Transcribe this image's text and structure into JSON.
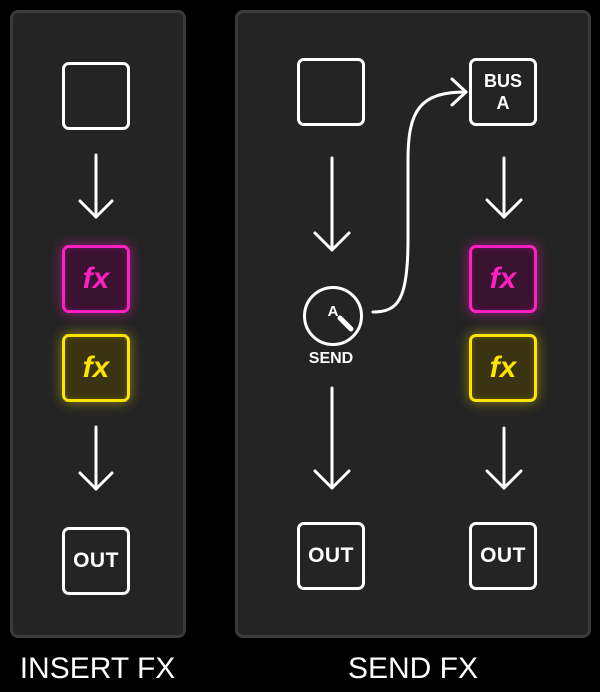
{
  "insert_fx": {
    "caption": "INSERT FX",
    "fx_pink_label": "fx",
    "fx_yellow_label": "fx",
    "out_label": "OUT"
  },
  "send_fx": {
    "caption": "SEND FX",
    "send_knob_letter": "A",
    "send_label": "SEND",
    "out_label_left": "OUT",
    "bus_label_line1": "BUS",
    "bus_label_line2": "A",
    "fx_pink_label": "fx",
    "fx_yellow_label": "fx",
    "out_label_right": "OUT"
  },
  "colors": {
    "background": "#000000",
    "panel": "#242424",
    "panel_border": "#3a3a3a",
    "line": "#ffffff",
    "fx_pink": "#ff1fc2",
    "fx_yellow": "#ffe400"
  }
}
